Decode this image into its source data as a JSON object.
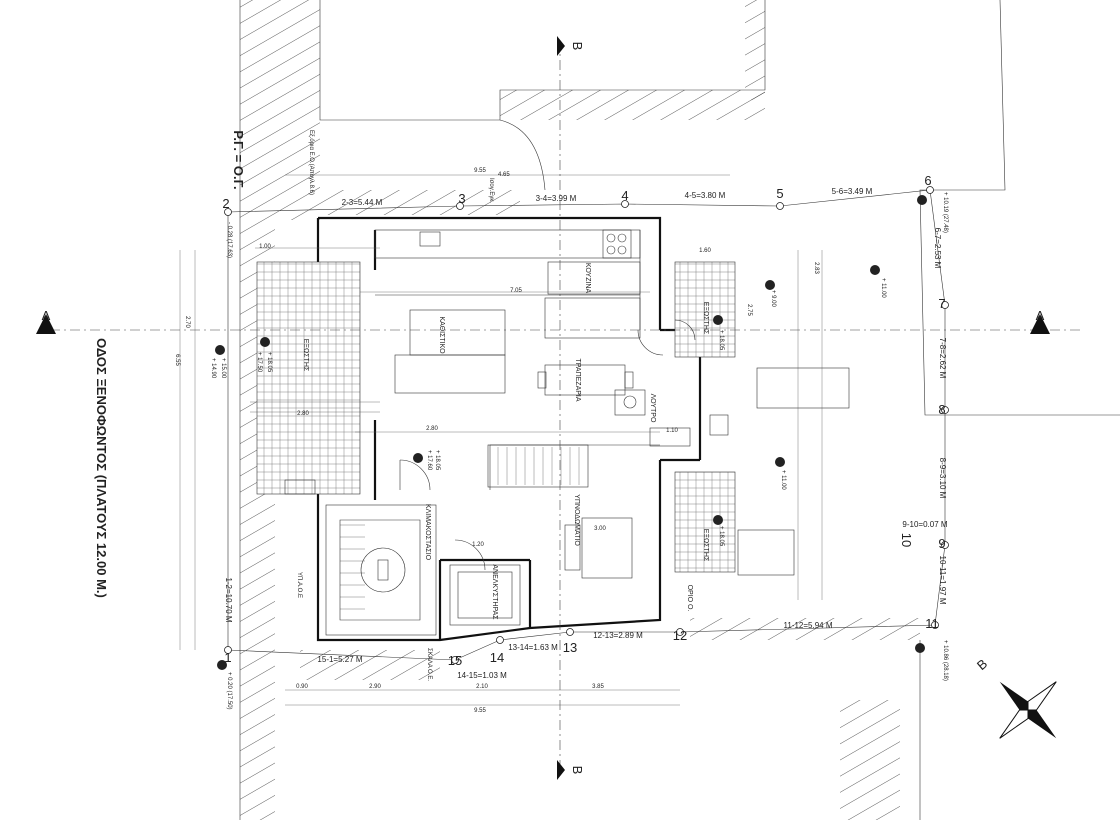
{
  "street": "ΟΔΟΣ ΞΕΝΟΦΩΝΤΟΣ (ΠΛΑΤΟΥΣ 12.00 Μ.)",
  "rg_og": "Ρ.Γ. = Ο.Γ.",
  "sections": {
    "a": "A",
    "b": "B"
  },
  "compass": "B",
  "rooms": {
    "kitchen": "ΚΟΥΖΙΝΑ",
    "living": "ΚΑΘΙΣΤΙΚΟ",
    "dining": "ΤΡΑΠΕΖΑΡΙΑ",
    "wc": "ΛΟΥΤΡΟ",
    "stair": "ΚΛΙΜΑΚΟΣΤΑΣΙΟ",
    "bedroom": "ΥΠΝΟΔΩΜΑΤΙΟ",
    "elevator": "ΑΝΕΛΚΥΣΤΗΡΑΣ",
    "balcony1": "ΕΞΩΣΤΗΣ",
    "balcony2": "ΕΞΩΣΤΗΣ",
    "balcony3": "ΕΞΩΣΤΗΣ",
    "limit": "ΟΡΙΟ Ο."
  },
  "points": [
    "1",
    "2",
    "3",
    "4",
    "5",
    "6",
    "7",
    "8",
    "9",
    "10",
    "11",
    "12",
    "13",
    "14",
    "15"
  ],
  "segments": {
    "s23": "2-3=5.44 M",
    "s34": "3-4=3.99 M",
    "s45": "4-5=3.80 M",
    "s56": "5-6=3.49 M",
    "s67": "6-7=2.53 M",
    "s78": "7-8=2.62 M",
    "s89": "8-9=3.10 M",
    "s910": "9-10=0.07 M",
    "s1011": "10-11=1.97 M",
    "s1112": "11-12=5.94 M",
    "s1213": "12-13=2.89 M",
    "s1314": "13-14=1.63 M",
    "s1415": "14-15=1.03 M",
    "s151": "15-1=5.27 M",
    "s12": "1-2=10.70 M"
  },
  "elevations": {
    "e1": "+ 18.05",
    "e2": "+ 17.50",
    "e3": "+ 18.05",
    "e4": "+ 17.60",
    "e5": "+ 15.00",
    "e6": "+ 14.90",
    "e7": "+ 9.00",
    "e8": "+ 11.00",
    "e9": "+ 11.00",
    "e10": "+ 18.05",
    "e11": "+ 18.05",
    "e12": "+ 10.86 (28.18)",
    "e13": "+ 10.19 (27.48)",
    "e14": "+ 0.20 (17.50)",
    "e15": "- 0.28 (17.63)"
  },
  "dims": {
    "top955": "9.55",
    "bot955": "9.55",
    "d705": "7.05",
    "d290": "2.90",
    "d210": "2.10",
    "d385": "3.85",
    "d090": "0.90",
    "d280": "2.80",
    "d300": "3.00",
    "d160": "1.60",
    "d120": "1.20",
    "d275": "2.75",
    "d283": "2.83",
    "d655": "6.55",
    "d270": "2.70",
    "d110": "1.10",
    "d100": "1.00",
    "d465": "4.65"
  },
  "notes": {
    "n1": "Εξ.όρια Ε.Ο.(Απογλ.8.6)",
    "n2": "Ισογ.Εγκ.",
    "n3": "ΥΠ.Α.Ο.Ε",
    "n4": "ΣΚΑΛΑ Ο.Ε."
  }
}
